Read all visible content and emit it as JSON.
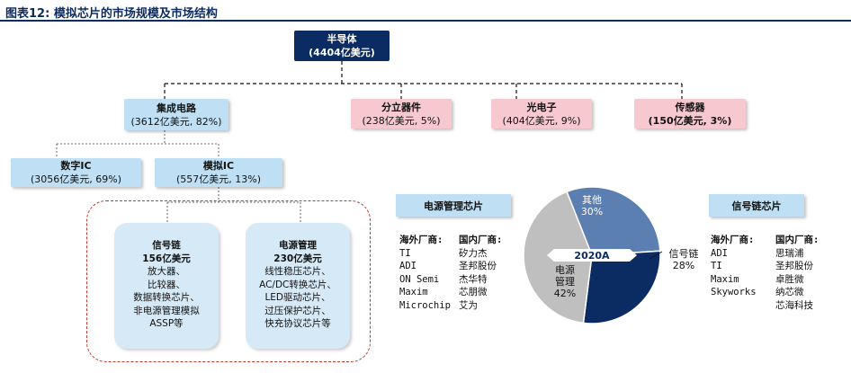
{
  "figure": {
    "title": "图表12:  模拟芯片的市场规模及市场结构"
  },
  "tree": {
    "root": {
      "name": "半导体",
      "value": "(4404亿美元)"
    },
    "ic": {
      "name": "集成电路",
      "value": "(3612亿美元, 82%)"
    },
    "discrete": {
      "name": "分立器件",
      "value": "(238亿美元, 5%)"
    },
    "opto": {
      "name": "光电子",
      "value": "(404亿美元, 9%)"
    },
    "sensor": {
      "name": "传感器",
      "value": "(150亿美元, 3%)"
    },
    "digital": {
      "name": "数字IC",
      "value": "(3056亿美元, 69%)"
    },
    "analog": {
      "name": "模拟IC",
      "value": "(557亿美元, 13%)"
    }
  },
  "signal_panel": {
    "title": "信号链",
    "value": "156亿美元",
    "items": [
      "放大器、",
      "比较器、",
      "数据转换芯片、",
      "非电源管理模拟",
      "ASSP等"
    ]
  },
  "power_panel": {
    "title": "电源管理",
    "value": "230亿美元",
    "items": [
      "线性稳压芯片、",
      "AC/DC转换芯片、",
      "LED驱动芯片、",
      "过压保护芯片、",
      "快充协议芯片等"
    ]
  },
  "power_vendors": {
    "header": "电源管理芯片",
    "overseas_label": "海外厂商:",
    "domestic_label": "国内厂商:",
    "overseas": [
      "TI",
      "ADI",
      "ON Semi",
      "Maxim",
      "Microchip"
    ],
    "domestic": [
      "矽力杰",
      "圣邦股份",
      "杰华特",
      "芯朋微",
      "艾为"
    ]
  },
  "signal_vendors": {
    "header": "信号链芯片",
    "overseas_label": "海外厂商:",
    "domestic_label": "国内厂商:",
    "overseas": [
      "ADI",
      "TI",
      "Maxim",
      "Skyworks"
    ],
    "domestic": [
      "思瑞浦",
      "圣邦股份",
      "卓胜微",
      "纳芯微",
      "芯海科技"
    ]
  },
  "chart_data": {
    "type": "pie",
    "title": "2020A",
    "slices": [
      {
        "label": "其他",
        "value": 30,
        "pct": "30%",
        "color": "#5a7fb0"
      },
      {
        "label": "信号链",
        "value": 28,
        "pct": "28%",
        "color": "#0b2b63"
      },
      {
        "label": "电源管理",
        "value": 42,
        "pct": "42%",
        "color": "#bfbfbf"
      }
    ]
  }
}
